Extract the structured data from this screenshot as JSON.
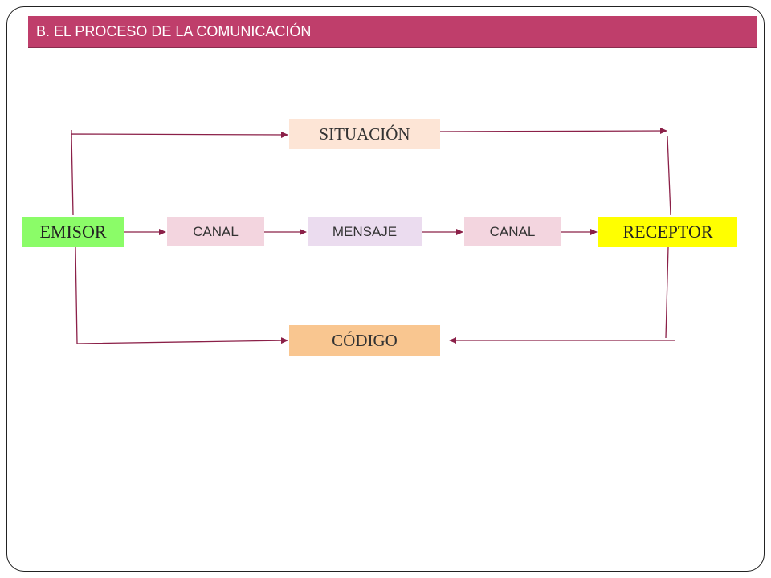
{
  "header": {
    "title": "B. EL PROCESO DE LA COMUNICACIÓN",
    "color": "#bf3e6b"
  },
  "diagram": {
    "situacion": {
      "label": "SITUACIÓN",
      "color": "#fde5d6"
    },
    "codigo": {
      "label": "CÓDIGO",
      "color": "#f9c690"
    },
    "emisor": {
      "label": "EMISOR",
      "color": "#8bfc68"
    },
    "canal_1": {
      "label": "CANAL",
      "color": "#f3d5df"
    },
    "mensaje": {
      "label": "MENSAJE",
      "color": "#ebdcef"
    },
    "canal_2": {
      "label": "CANAL",
      "color": "#f3d5df"
    },
    "receptor": {
      "label": "RECEPTOR",
      "color": "#ffff00"
    },
    "arrow_color": "#8b2048"
  }
}
